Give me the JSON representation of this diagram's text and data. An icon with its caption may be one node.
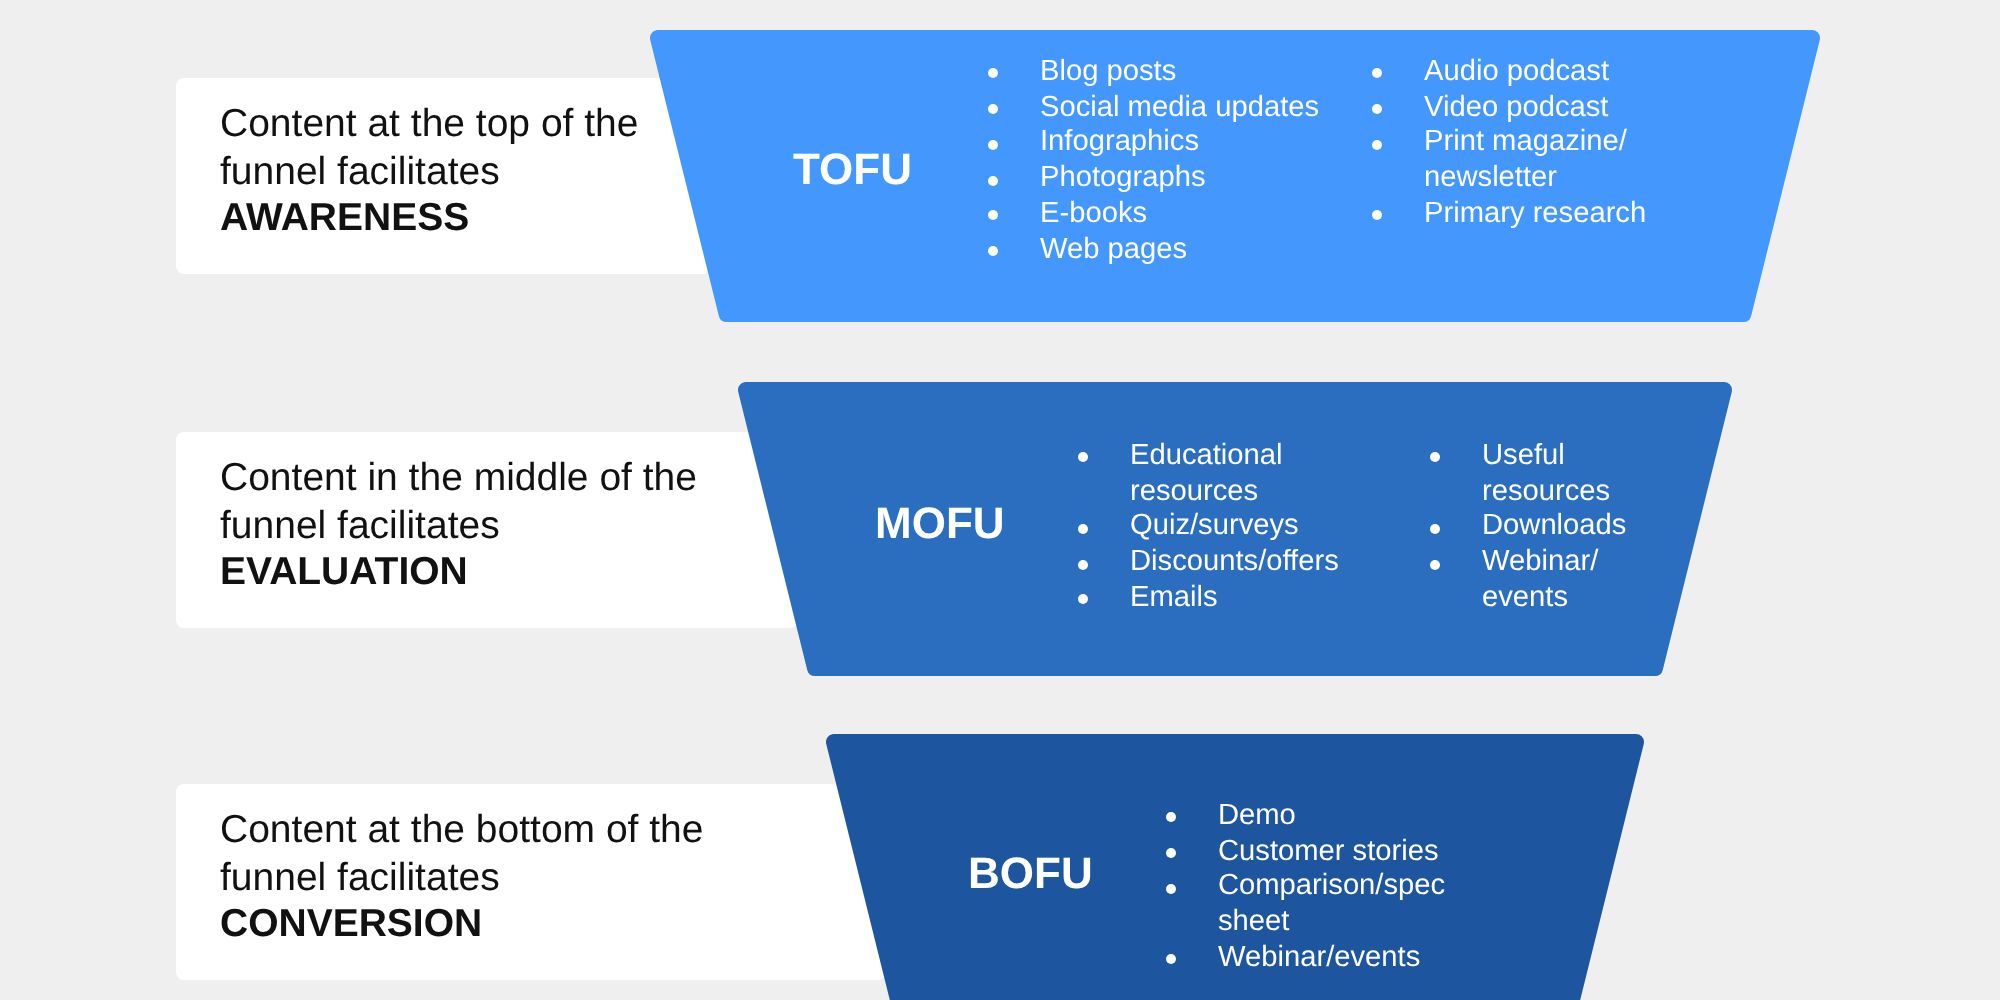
{
  "diagram": {
    "nodes": [
      {
        "text": [
          "Content at the top of the funnel facilitates **AWARENESS**"
        ]
      },
      {
        "text": [
          "TOFU",
          "Blog posts",
          "Social media updates",
          "Infographics",
          "Photographs",
          "E-books",
          "Web pages",
          "Audio podcast",
          "Video podcast",
          "Print magazine/ newsletter",
          "Primary research"
        ]
      },
      {
        "text": [
          "Content in the middle of the funnel facilitates **EVALUATION**"
        ]
      },
      {
        "text": [
          "MOFU",
          "Educational resources",
          "Quiz/surveys",
          "Discounts/offers",
          "Emails",
          "Useful resources",
          "Downloads",
          "Webinar/ events"
        ]
      },
      {
        "text": [
          "Content at the bottom of the funnel facilitates **CONVERSION**"
        ]
      },
      {
        "text": [
          "BOFU",
          "Demo",
          "Customer stories",
          "Comparison/spec sheet",
          "Webinar/events"
        ]
      }
    ]
  }
}
